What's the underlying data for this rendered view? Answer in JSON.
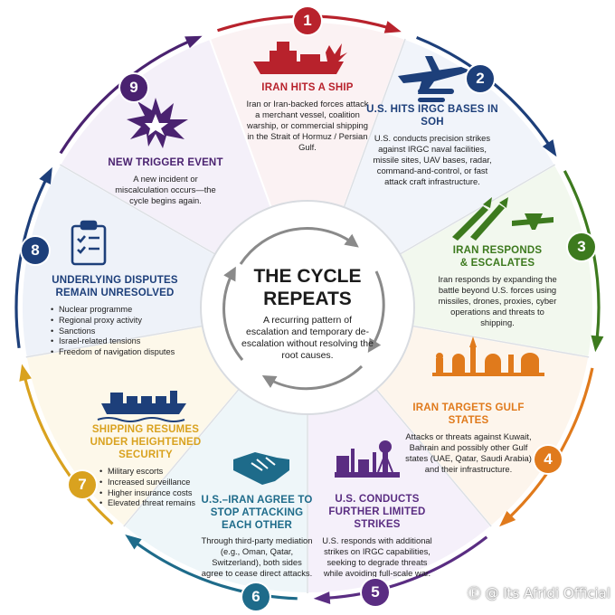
{
  "center": {
    "title": "THE CYCLE REPEATS",
    "description": "A recurring pattern of escalation and temporary de-escalation without resolving the root causes."
  },
  "steps": [
    {
      "number": "1",
      "title": "IRAN HITS A SHIP",
      "color": "#b8222c",
      "icon": "burning-ship-icon",
      "description": "Iran or Iran-backed forces attack a merchant vessel, coalition warship, or commercial shipping in the Strait of Hormuz / Persian Gulf."
    },
    {
      "number": "2",
      "title": "U.S. HITS IRGC BASES IN SOH",
      "color": "#1d3f7a",
      "icon": "fighter-jet-missiles-icon",
      "description": "U.S. conducts precision strikes against IRGC naval facilities, missile sites, UAV bases, radar, command-and-control, or fast attack craft infrastructure."
    },
    {
      "number": "3",
      "title": "IRAN RESPONDS & ESCALATES",
      "color": "#3d7a1e",
      "icon": "missiles-drone-icon",
      "description": "Iran responds by expanding the battle beyond U.S. forces using missiles, drones, proxies, cyber operations and threats to shipping."
    },
    {
      "number": "4",
      "title": "IRAN TARGETS GULF STATES",
      "color": "#e07a1c",
      "icon": "gulf-skyline-icon",
      "description": "Attacks or threats against Kuwait, Bahrain and possibly other Gulf states (UAE, Qatar, Saudi Arabia) and their infrastructure."
    },
    {
      "number": "5",
      "title": "U.S. CONDUCTS FURTHER LIMITED STRIKES",
      "color": "#5a2d82",
      "icon": "industrial-facility-icon",
      "description": "U.S. responds with additional strikes on IRGC capabilities, seeking to degrade threats while avoiding full-scale war."
    },
    {
      "number": "6",
      "title": "U.S.–IRAN AGREE TO STOP ATTACKING EACH OTHER",
      "color": "#1e6b8a",
      "icon": "handshake-icon",
      "description": "Through third-party mediation (e.g., Oman, Qatar, Switzerland), both sides agree to cease direct attacks."
    },
    {
      "number": "7",
      "title": "SHIPPING RESUMES UNDER HEIGHTENED SECURITY",
      "color": "#d9a21f",
      "icon": "cargo-ship-icon",
      "list": [
        "Military escorts",
        "Increased surveillance",
        "Higher insurance costs",
        "Elevated threat remains"
      ]
    },
    {
      "number": "8",
      "title": "UNDERLYING DISPUTES REMAIN UNRESOLVED",
      "color": "#1d3f7a",
      "icon": "clipboard-checklist-icon",
      "list": [
        "Nuclear programme",
        "Regional proxy activity",
        "Sanctions",
        "Israel-related tensions",
        "Freedom of navigation disputes"
      ]
    },
    {
      "number": "9",
      "title": "NEW TRIGGER EVENT",
      "color": "#4a2270",
      "icon": "explosion-burst-icon",
      "description": "A new incident or miscalculation occurs—the cycle begins again."
    }
  ],
  "watermark": "Ⓔ @ Its Afridi Official"
}
